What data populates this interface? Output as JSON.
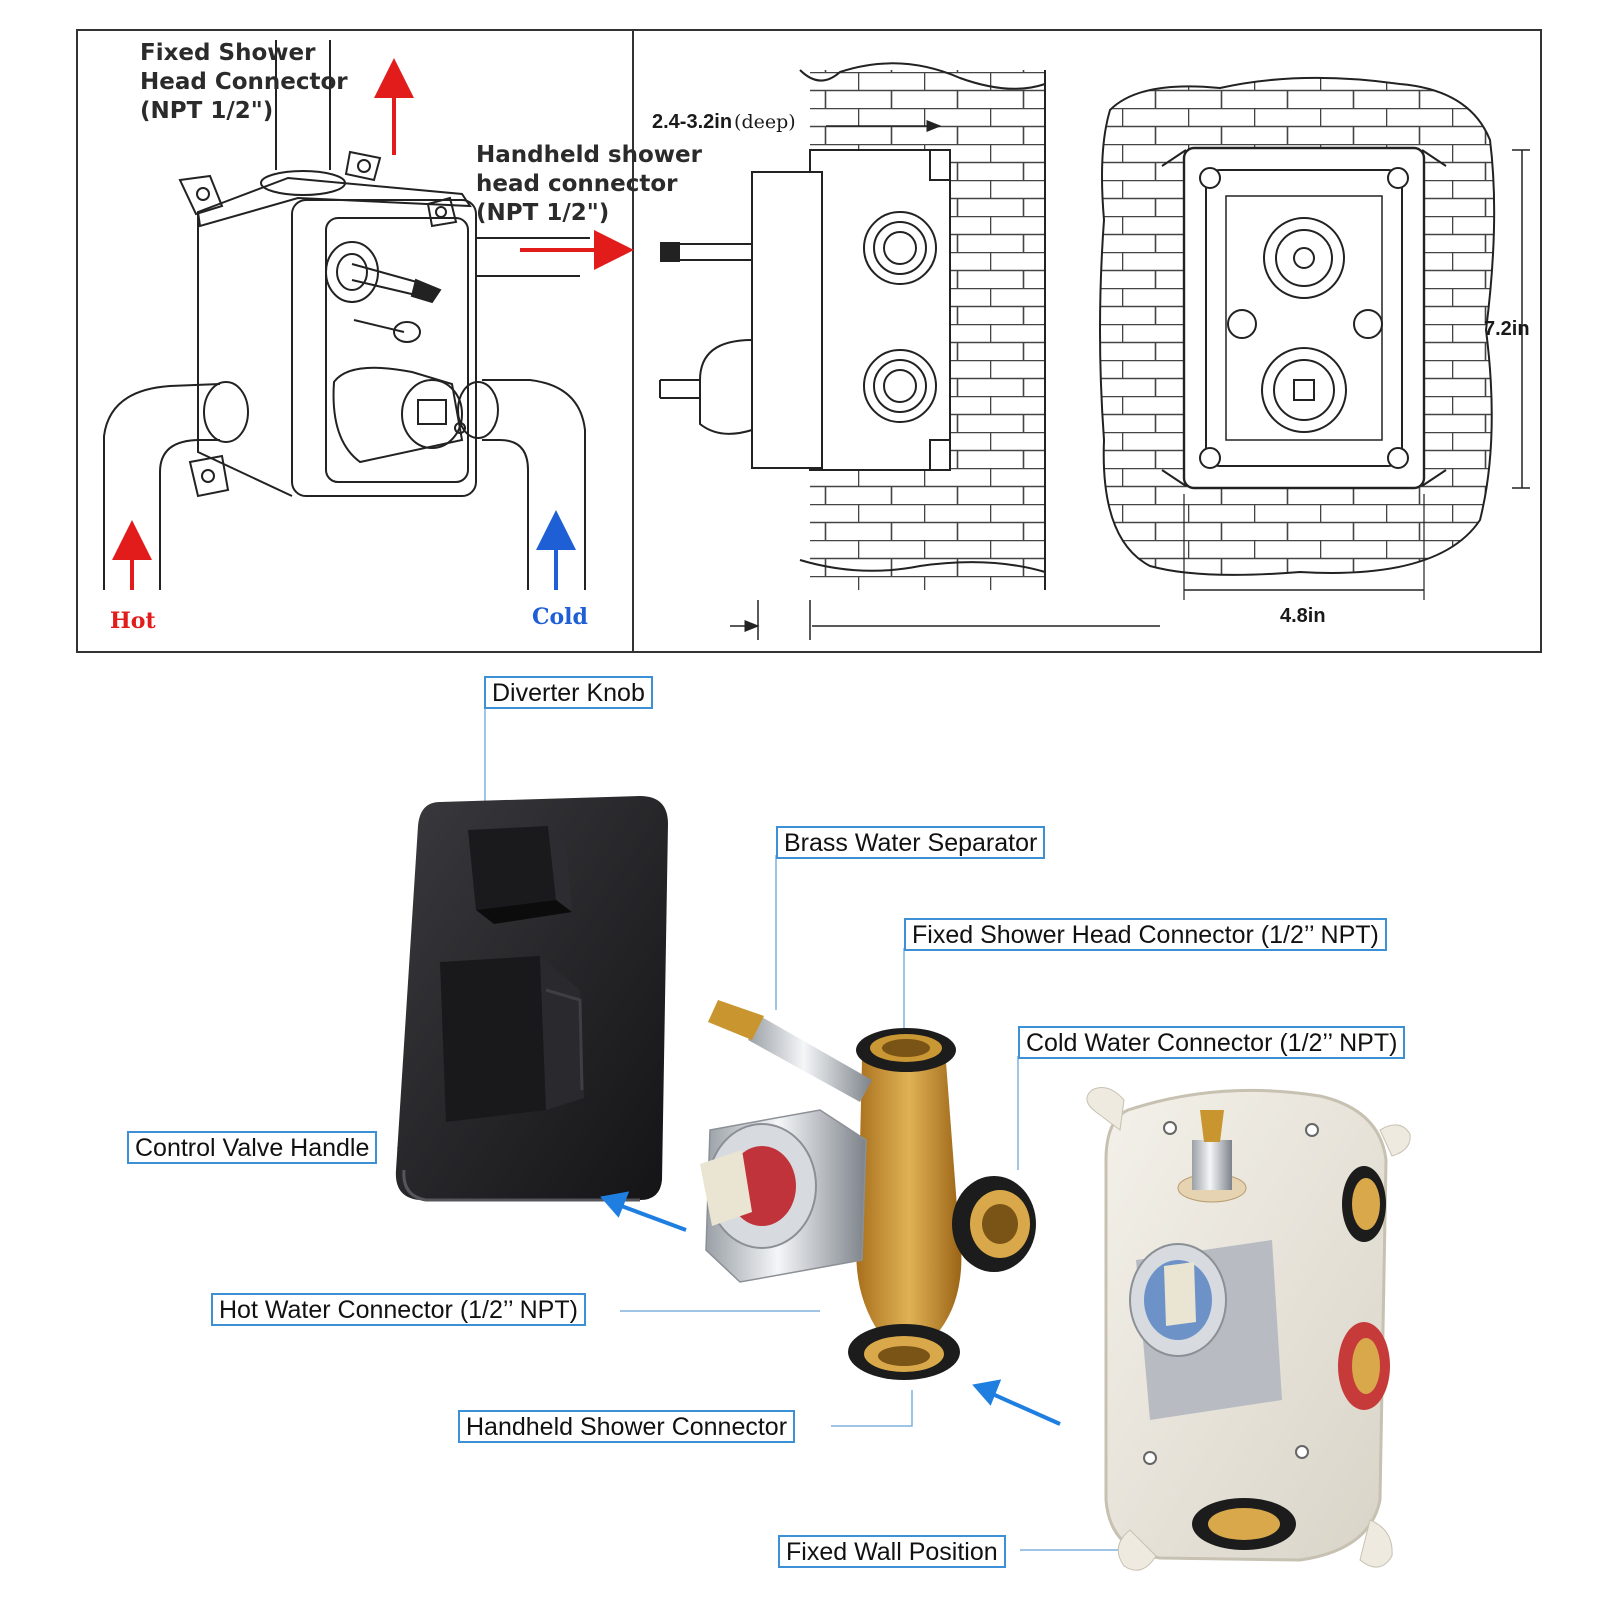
{
  "top_drawing": {
    "left_panel": {
      "fixed_connector": [
        "Fixed Shower",
        "Head Connector",
        "(NPT 1/2\")"
      ],
      "handheld_connector": [
        "Handheld shower",
        "head connector",
        "(NPT 1/2\")"
      ],
      "hot": "Hot",
      "cold": "Cold"
    },
    "right_panel": {
      "depth_value": "2.4-3.2in",
      "depth_unit": "(deep)",
      "height": "7.2in",
      "width": "4.8in"
    }
  },
  "callouts": {
    "diverter_knob": "Diverter Knob",
    "brass_separator": "Brass Water Separator",
    "fixed_head": "Fixed Shower Head Connector (1/2’’ NPT)",
    "cold_connector": "Cold Water Connector (1/2’’ NPT)",
    "control_handle": "Control Valve Handle",
    "hot_connector": "Hot Water Connector (1/2’’ NPT)",
    "handheld_connector": "Handheld Shower Connector",
    "wall_position": "Fixed Wall Position"
  },
  "colors": {
    "hot_arrow": "#e21b1b",
    "cold_arrow": "#1f5fd6",
    "callout_border": "#3d8fd6",
    "brass": "#c9952f",
    "black_plate": "#1d1d1f"
  }
}
